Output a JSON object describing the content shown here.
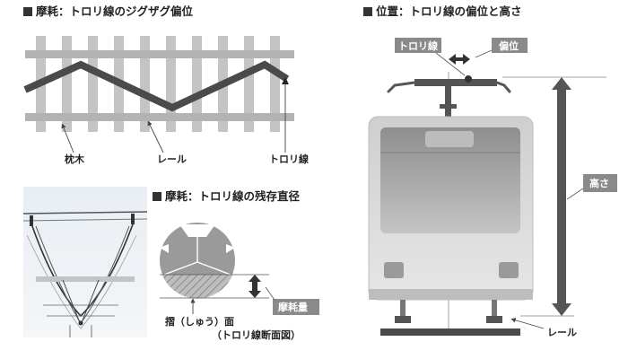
{
  "headings": {
    "zigzag": "摩耗：トロリ線のジグザグ偏位",
    "position": "位置：トロリ線の偏位と高さ",
    "residual": "摩耗：トロリ線の残存直径"
  },
  "labels": {
    "sleeper": "枕木",
    "rail_left": "レール",
    "trolley_left": "トロリ線",
    "trolley_box": "トロリ線",
    "offset_box": "偏位",
    "height_box": "高さ",
    "rail_right": "レール",
    "wear_amount": "摩耗量",
    "sliding_surface": "摺（しゅう）面",
    "cross_section": "（トロリ線断面図）"
  },
  "colors": {
    "rail_gray": "#b8b8b8",
    "wire_dark": "#4a4a4a",
    "label_box": "#8a8a8a",
    "arrow_dark": "#555555",
    "train_body": "#d6d6d6"
  }
}
